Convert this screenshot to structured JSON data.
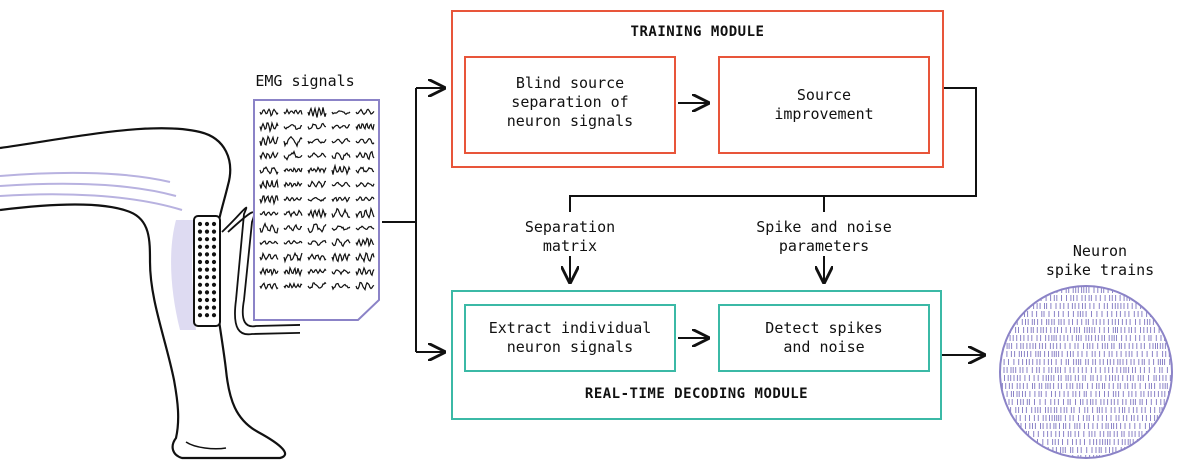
{
  "colors": {
    "training": "#e8553a",
    "realtime": "#3bb9a6",
    "emg_border": "#8b83c7",
    "circle": "#8b83c7",
    "ink": "#111111"
  },
  "labels": {
    "emg_signals": "EMG signals",
    "training_module": "TRAINING MODULE",
    "blind_source": "Blind source\nseparation of\nneuron signals",
    "source_improvement": "Source\nimprovement",
    "separation_matrix": "Separation\nmatrix",
    "spike_noise_params": "Spike and noise\nparameters",
    "extract_signals": "Extract individual\nneuron signals",
    "detect_spikes": "Detect spikes\nand noise",
    "realtime_module": "REAL-TIME DECODING MODULE",
    "neuron_spike_trains": "Neuron\nspike trains"
  },
  "icons": {
    "leg": "leg-with-electrode-array-icon",
    "emg": "emg-signal-sheet-icon",
    "spikes": "spike-train-disc-icon"
  }
}
